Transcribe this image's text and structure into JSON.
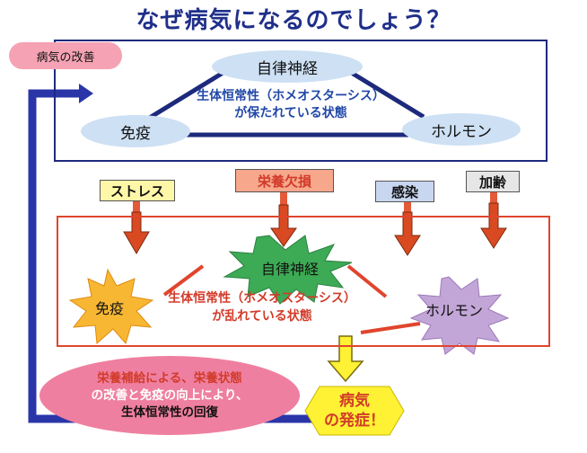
{
  "title": "なぜ病気になるのでしょう？",
  "improvement_label": "病気の改善",
  "healthy": {
    "autonomic": "自律神経",
    "immunity": "免疫",
    "hormone": "ホルモン",
    "homeostasis_line1": "生体恒常性（ホメオスターシス）",
    "homeostasis_line2": "が保たれている状態"
  },
  "causes": [
    {
      "label": "ストレス",
      "bg": "#fff7a8"
    },
    {
      "label": "栄養欠損",
      "bg": "#f6a78c"
    },
    {
      "label": "感染",
      "bg": "#c9d6f0"
    },
    {
      "label": "加齢",
      "bg": "#e6e6e6"
    }
  ],
  "disturbed": {
    "autonomic": "自律神経",
    "immunity": "免疫",
    "hormone": "ホルモン",
    "homeostasis_line1": "生体恒常性（ホメオスターシス）",
    "homeostasis_line2": "が乱れている状態"
  },
  "nutrition": {
    "line1": "栄養補給による、栄養状態",
    "line2": "の改善と免疫の向上により、",
    "line3": "生体恒常性の回復"
  },
  "onset": {
    "line1": "病気",
    "line2": "の発症！"
  },
  "colors": {
    "navy": "#1d2a7c",
    "red_frame": "#e0452d",
    "arrow_fill": "#d94a22",
    "star_yellow": "#f7b733",
    "star_green": "#3daa55",
    "star_purple": "#c3a6d8",
    "hexagon_yellow": "#fff133"
  }
}
